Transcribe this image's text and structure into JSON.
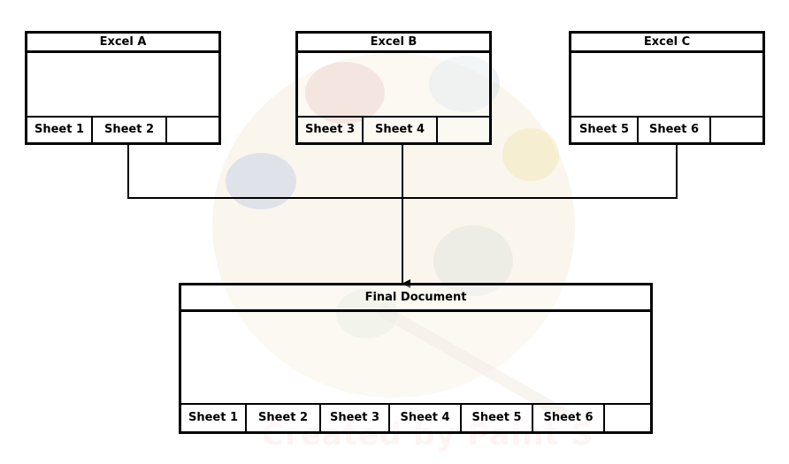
{
  "source_docs": [
    {
      "title": "Excel A",
      "sheets": [
        "Sheet 1",
        "Sheet 2"
      ]
    },
    {
      "title": "Excel B",
      "sheets": [
        "Sheet 3",
        "Sheet 4"
      ]
    },
    {
      "title": "Excel C",
      "sheets": [
        "Sheet 5",
        "Sheet 6"
      ]
    }
  ],
  "final_doc": {
    "title": "Final Document",
    "sheets": [
      "Sheet 1",
      "Sheet 2",
      "Sheet 3",
      "Sheet 4",
      "Sheet 5",
      "Sheet 6"
    ]
  },
  "watermark_text": "Created by Paint S"
}
